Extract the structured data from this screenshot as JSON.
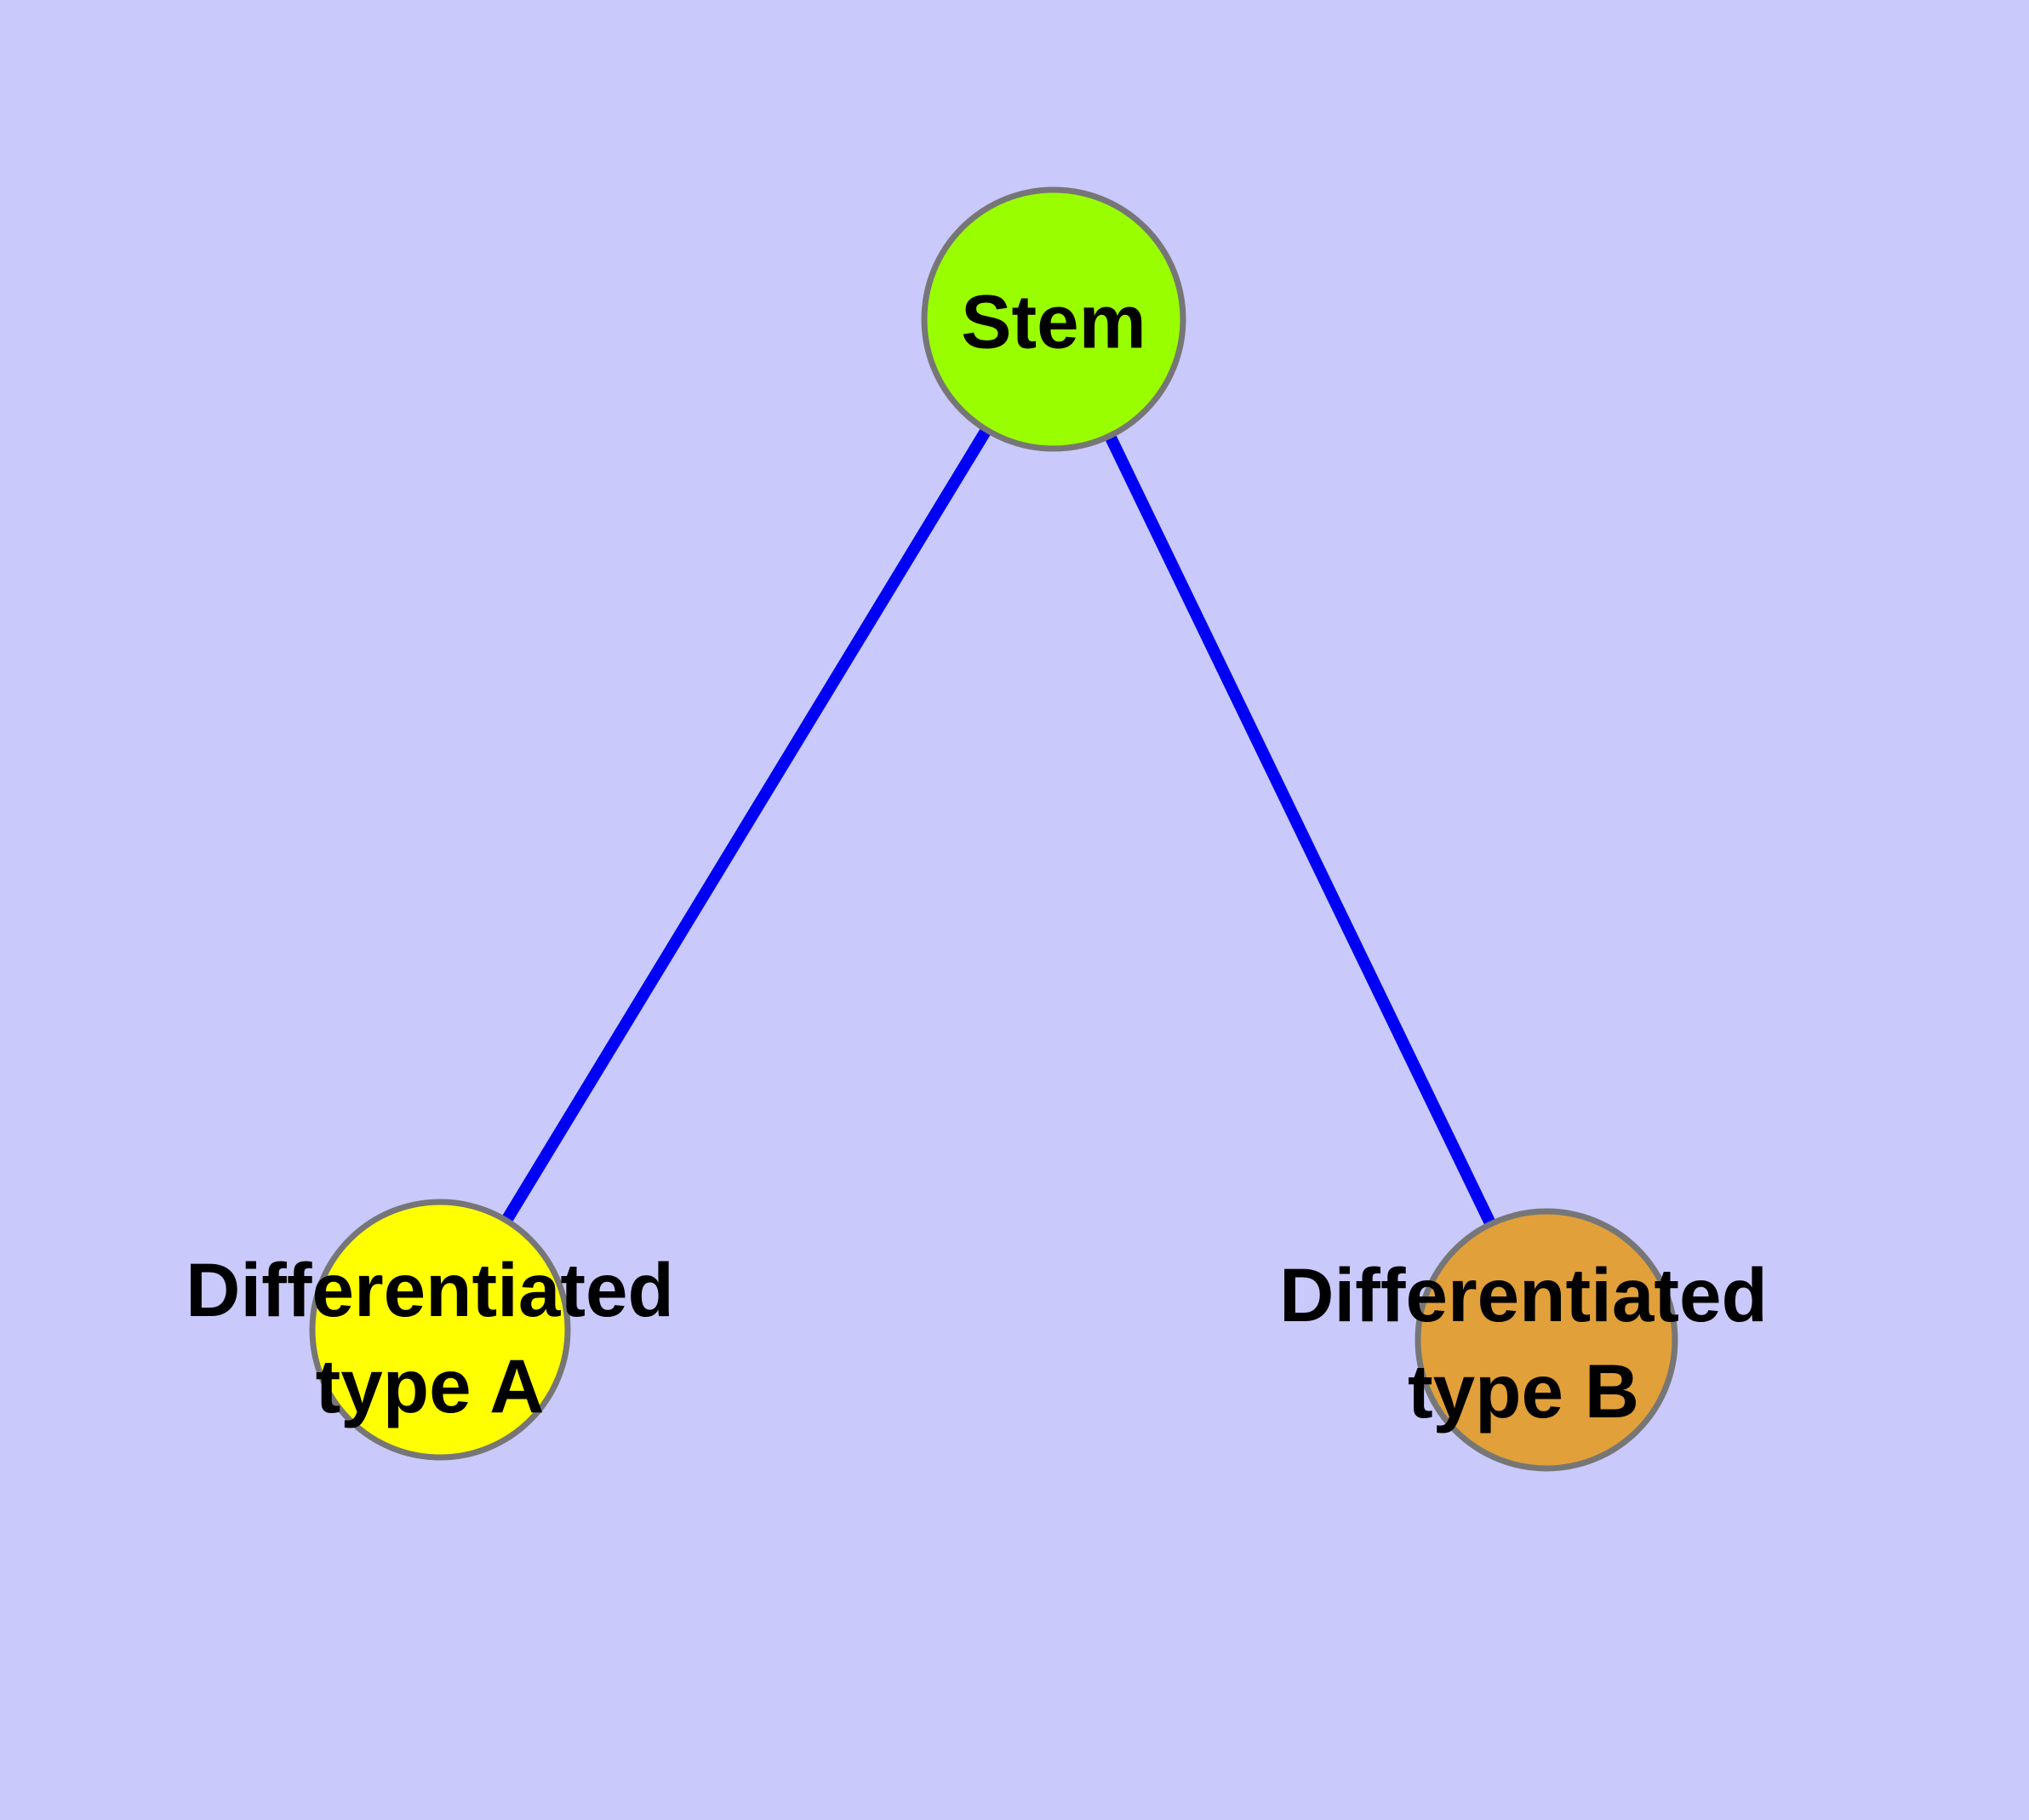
{
  "diagram": {
    "type": "node-link-graph",
    "style": {
      "background_color": "#C9C9FB",
      "node_border_color": "#767676",
      "edge_color": "#0000F5",
      "text_color": "#000000"
    },
    "nodes": {
      "stem": {
        "label": "Stem",
        "fill": "#99FE00"
      },
      "type_a": {
        "label_line1": "Differentiated",
        "label_line2": "type A",
        "label_full": "Differentiated type A",
        "fill": "#FFFF00"
      },
      "type_b": {
        "label_line1": "Differentiated",
        "label_line2": "type B",
        "label_full": "Differentiated type B",
        "fill": "#E1A03A"
      }
    },
    "edges": [
      {
        "from": "Stem",
        "to": "Differentiated type A"
      },
      {
        "from": "Stem",
        "to": "Differentiated type B"
      }
    ]
  }
}
